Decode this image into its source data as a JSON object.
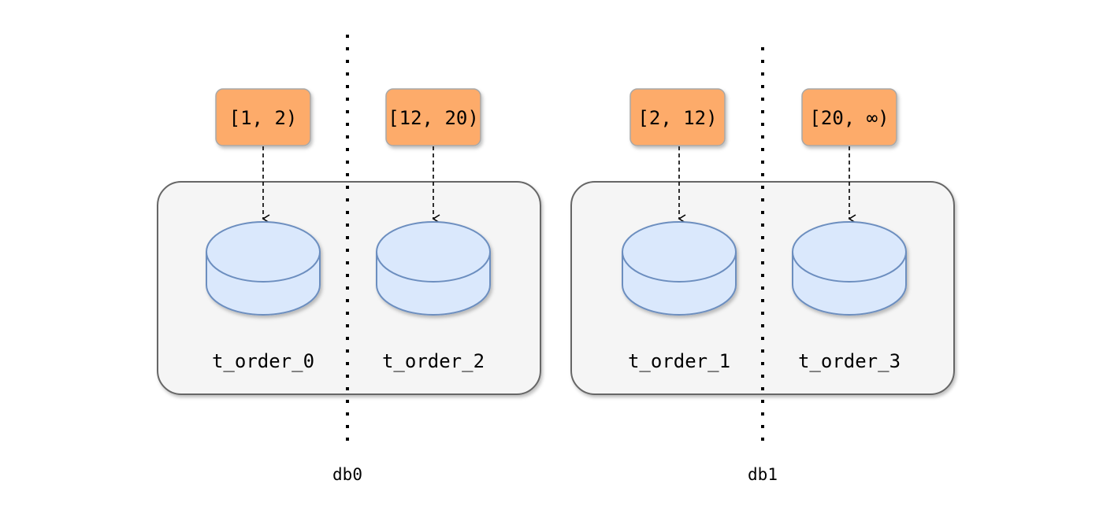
{
  "databases": [
    {
      "label": "db0",
      "tables": [
        {
          "name": "t_order_0",
          "range": "[1,  2)"
        },
        {
          "name": "t_order_2",
          "range": "[12,  20)"
        }
      ]
    },
    {
      "label": "db1",
      "tables": [
        {
          "name": "t_order_1",
          "range": "[2,  12)"
        },
        {
          "name": "t_order_3",
          "range": "[20,  ∞)"
        }
      ]
    }
  ],
  "colors": {
    "range_fill": "#fdab6a",
    "range_stroke": "#a8a8a8",
    "cylinder_fill": "#dae8fc",
    "cylinder_stroke": "#6c8ebf",
    "group_fill": "#f5f5f5",
    "group_stroke": "#666666"
  }
}
